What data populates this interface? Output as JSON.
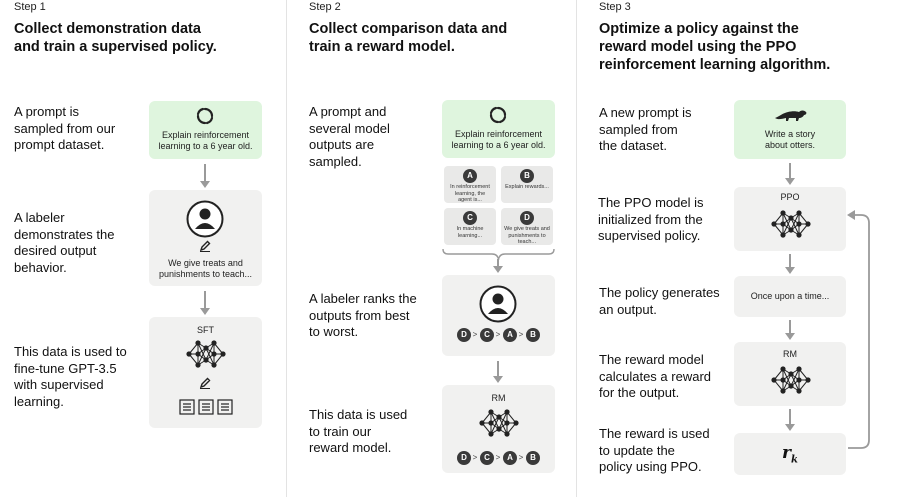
{
  "steps": [
    {
      "step_label": "Step 1",
      "heading": "Collect demonstration data\nand train a supervised policy.",
      "descriptions": [
        "A prompt is\nsampled from our\nprompt dataset.",
        "A labeler\ndemonstrates the\ndesired output\nbehavior.",
        "This data is used to\nfine-tune GPT-3.5\nwith supervised\nlearning."
      ],
      "prompt_box": "Explain reinforcement\nlearning to a 6 year old.",
      "demo_text": "We give treats and\npunishments to teach...",
      "model_label": "SFT"
    },
    {
      "step_label": "Step 2",
      "heading": "Collect comparison data and\ntrain a reward model.",
      "descriptions": [
        "A prompt and\nseveral model\noutputs are\nsampled.",
        "A labeler ranks the\noutputs from best\nto worst.",
        "This data is used\nto train our\nreward model."
      ],
      "prompt_box": "Explain reinforcement\nlearning to a 6 year old.",
      "outputs": [
        {
          "letter": "A",
          "text": "In reinforcement\nlearning, the\nagent is..."
        },
        {
          "letter": "B",
          "text": "Explain rewards..."
        },
        {
          "letter": "C",
          "text": "In machine\nlearning..."
        },
        {
          "letter": "D",
          "text": "We give treats and\npunishments to\nteach..."
        }
      ],
      "ranking": [
        "D",
        "C",
        "A",
        "B"
      ],
      "ranking_sep": ">",
      "model_label": "RM"
    },
    {
      "step_label": "Step 3",
      "heading": "Optimize a policy against the\nreward model using the PPO\nreinforcement learning algorithm.",
      "descriptions": [
        "A new prompt is\nsampled from\nthe dataset.",
        "The PPO model is\ninitialized from the\nsupervised policy.",
        "The policy generates\nan output.",
        "The reward model\ncalculates a reward\nfor the output.",
        "The reward is used\nto update the\npolicy using PPO."
      ],
      "prompt_box": "Write a story\nabout otters.",
      "policy_label": "PPO",
      "output_text": "Once upon a time...",
      "rm_label": "RM",
      "reward_symbol": "r",
      "reward_subscript": "k"
    }
  ],
  "colors": {
    "green_box": "#dff5de",
    "grey_box": "#f1f1f0",
    "arrow": "#9a9a9a",
    "dark": "#3a3a3a"
  }
}
